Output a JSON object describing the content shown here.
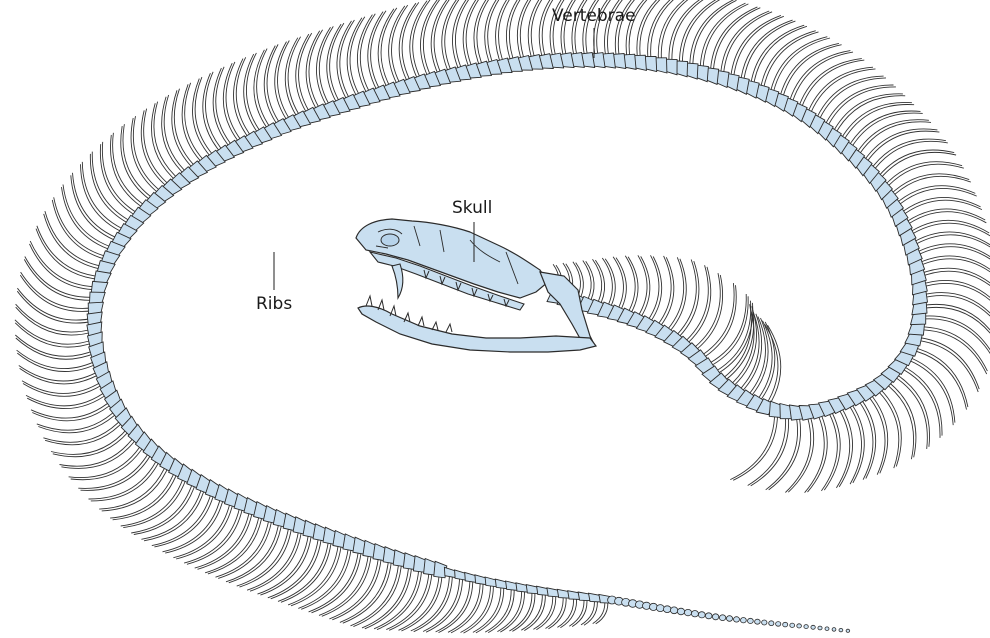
{
  "labels": {
    "vertebrae": "Vertebrae",
    "skull": "Skull",
    "ribs": "Ribs"
  },
  "colors": {
    "bone_fill": "#c9dff0",
    "bone_stroke": "#2b2b2b",
    "rib_stroke": "#333333",
    "leader_line": "#333333",
    "background": "#ffffff"
  }
}
